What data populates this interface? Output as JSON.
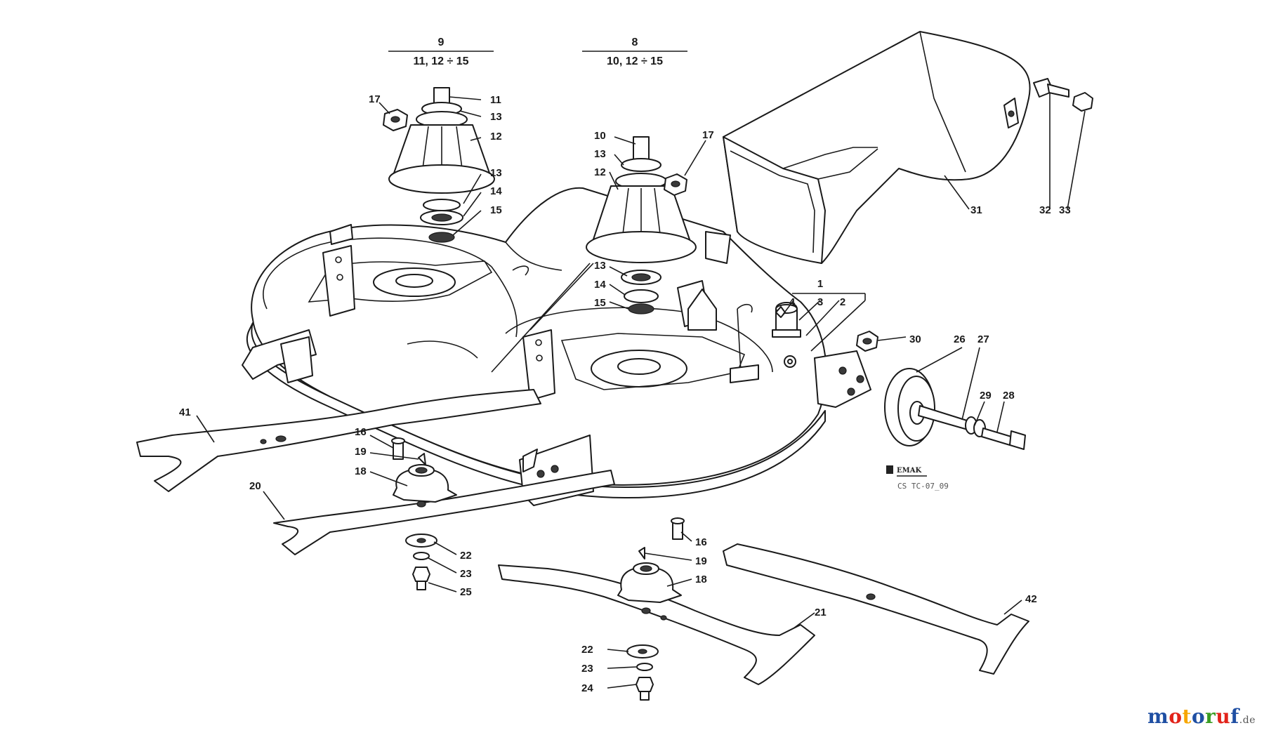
{
  "callouts": {
    "c1": "1",
    "c2": "2",
    "c3": "3",
    "c4": "4",
    "c8": "8",
    "c9": "9",
    "c10": "10",
    "c11": "11",
    "c12a": "12",
    "c12b": "12",
    "c13a": "13",
    "c13b": "13",
    "c13c": "13",
    "c13d": "13",
    "c14a": "14",
    "c14b": "14",
    "c15a": "15",
    "c15b": "15",
    "c16a": "16",
    "c16b": "16",
    "c17a": "17",
    "c17b": "17",
    "c18a": "18",
    "c18b": "18",
    "c19a": "19",
    "c19b": "19",
    "c20": "20",
    "c21": "21",
    "c22a": "22",
    "c22b": "22",
    "c23a": "23",
    "c23b": "23",
    "c24": "24",
    "c25": "25",
    "c26": "26",
    "c27": "27",
    "c28": "28",
    "c29": "29",
    "c30": "30",
    "c31": "31",
    "c32": "32",
    "c33": "33",
    "c41": "41",
    "c42": "42"
  },
  "groups": {
    "left_assembly": {
      "top": "9",
      "bottom": "11, 12 ÷ 15"
    },
    "right_assembly": {
      "top": "8",
      "bottom": "10, 12 ÷ 15"
    }
  },
  "stamp": {
    "brand": "EMAK",
    "reference": "CS TC-07_09"
  },
  "watermark": {
    "name": "motoruf",
    "tld": ".de"
  },
  "colors": {
    "line": "#1a1a1a",
    "background": "#ffffff",
    "watermark_letters": [
      "#1f4fa3",
      "#e2231a",
      "#f7a600",
      "#1f4fa3",
      "#3a9d23",
      "#e2231a",
      "#1f4fa3"
    ]
  }
}
